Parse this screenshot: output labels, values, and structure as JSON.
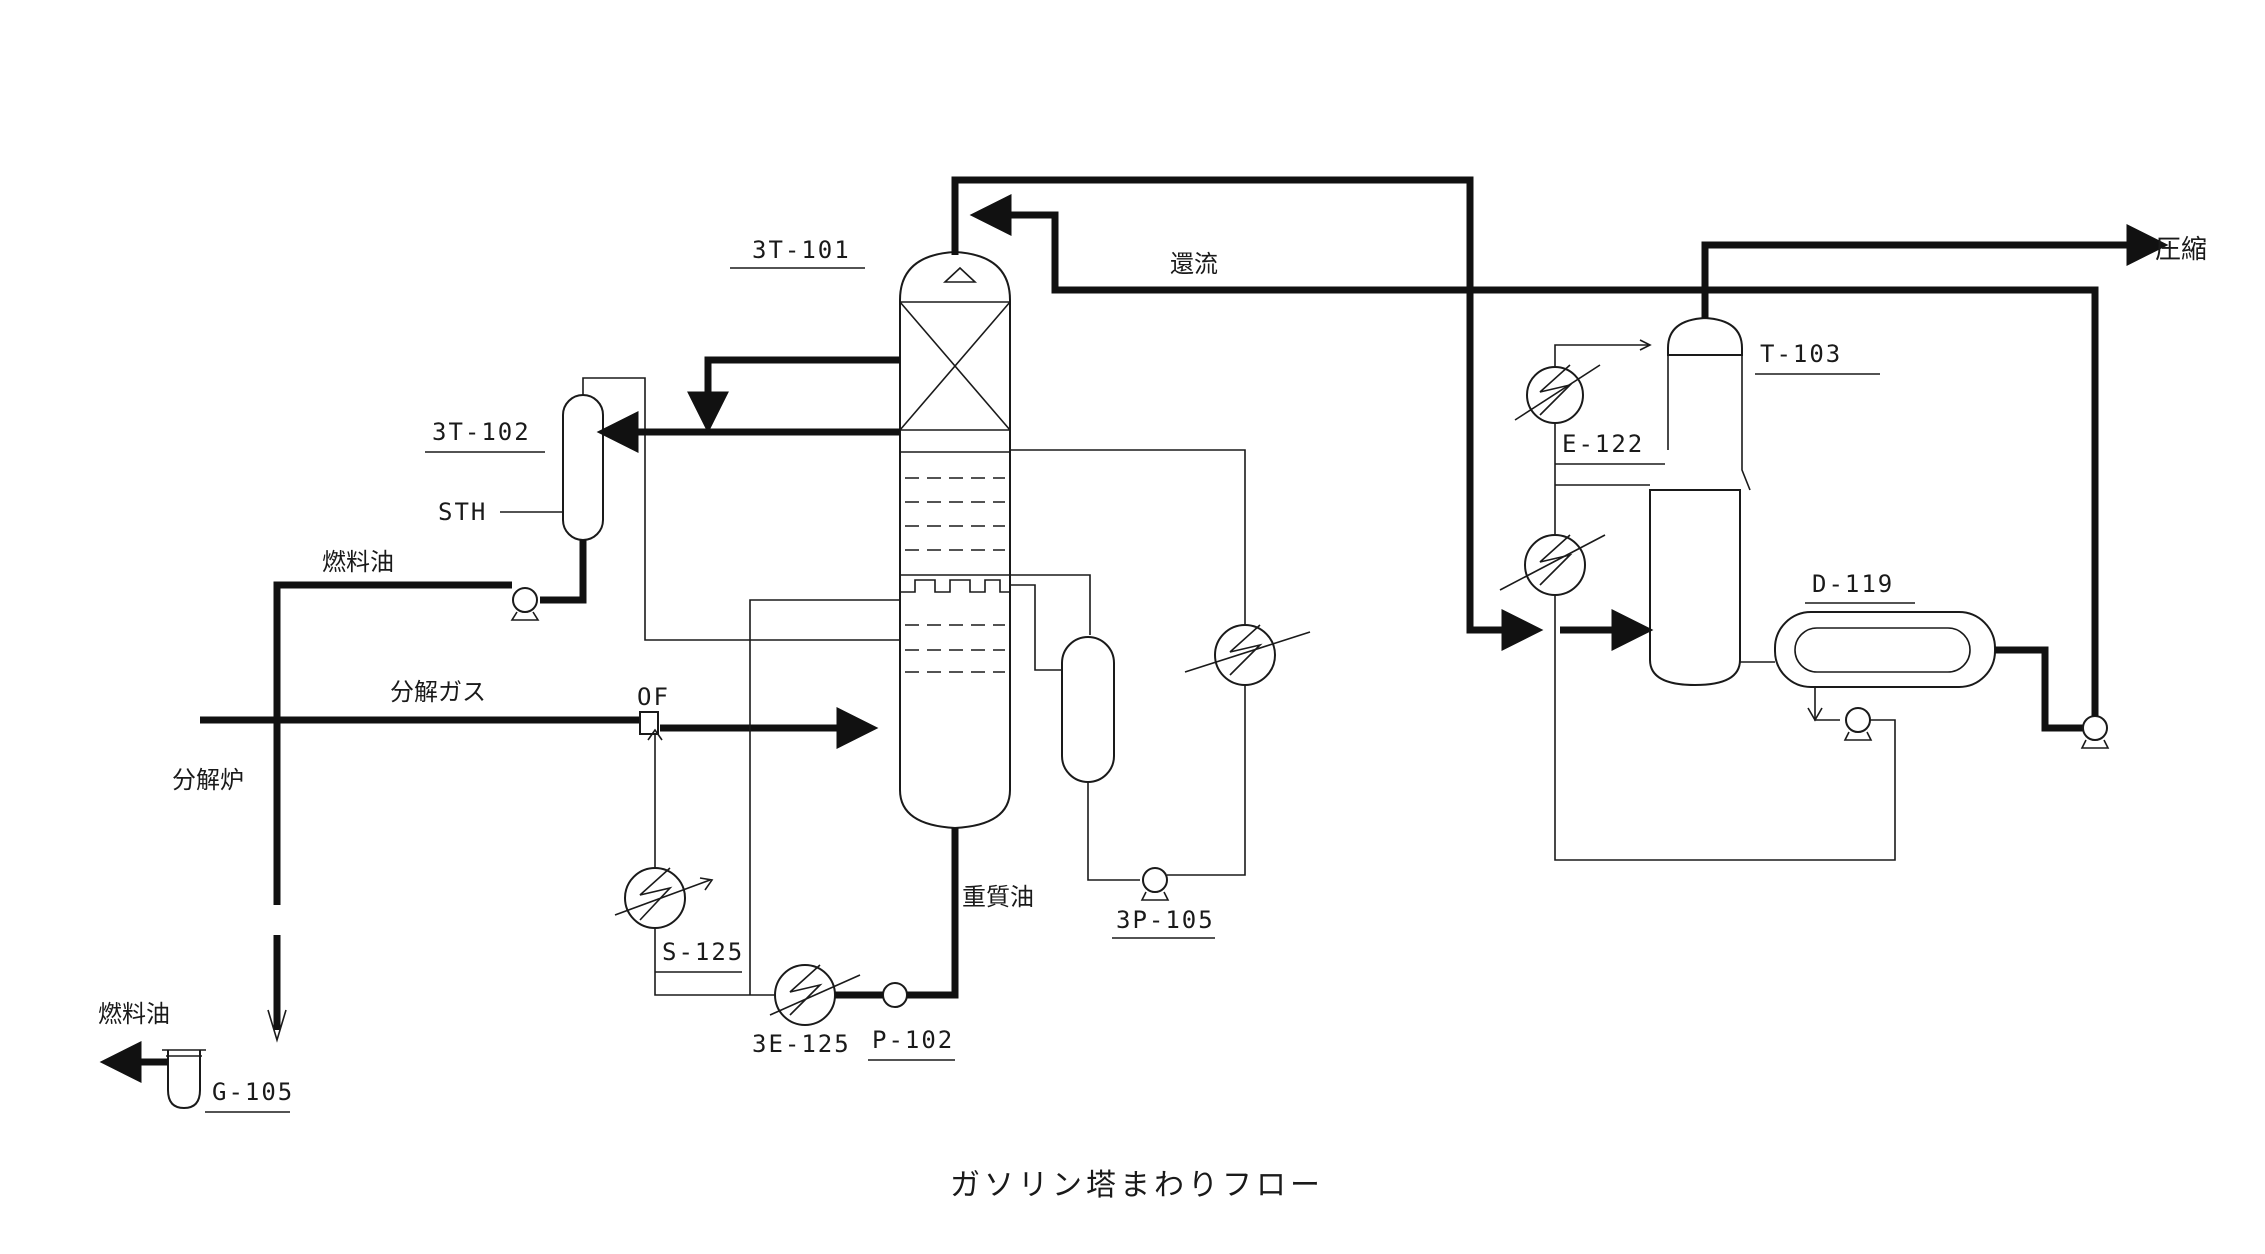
{
  "title": "ガソリン塔まわりフロー",
  "equipment": {
    "column_main": "3T-101",
    "column_side": "3T-102",
    "tower_right": "T-103",
    "drum": "D-119",
    "exchanger_right": "E-122",
    "exchanger_s125": "S-125",
    "exchanger_3e125": "3E-125",
    "pump_p102": "P-102",
    "pump_3p105": "3P-105",
    "separator": "G-105",
    "orifice": "OF",
    "steam": "STH"
  },
  "streams": {
    "reflux": "還流",
    "compression": "圧縮",
    "fuel_oil_top": "燃料油",
    "fuel_oil_bottom": "燃料油",
    "cracked_gas": "分解ガス",
    "cracking_furnace": "分解炉",
    "heavy_oil": "重質油"
  }
}
